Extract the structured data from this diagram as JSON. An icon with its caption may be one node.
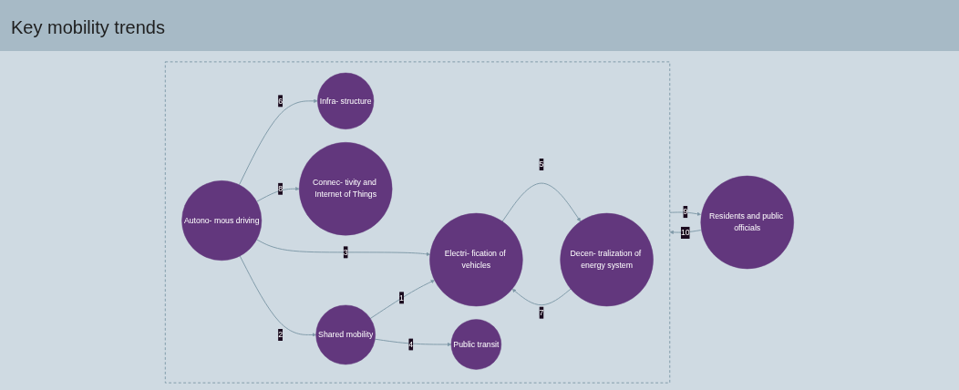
{
  "diagram": {
    "title": "Key mobility trends",
    "nodes": [
      {
        "text": [],
        "shape": "box"
      },
      {
        "text": [
          "Infra- structure"
        ],
        "in": 0
      },
      {
        "text": [
          "Autono- mous driving"
        ],
        "in": 0
      },
      {
        "text": [
          "Connec- tivity and Internet of Things"
        ],
        "in": 0
      },
      {
        "text": [
          "Decen- tralization of energy system"
        ],
        "in": 0
      },
      {
        "text": [
          "Electri- fication of vehicles"
        ],
        "in": 0
      },
      {
        "text": [
          "Shared mobility"
        ],
        "in": 0
      },
      {
        "text": [
          "Public transit"
        ],
        "in": 0
      },
      {
        "text": [
          "Residents and public officials"
        ]
      }
    ],
    "edges": [
      {
        "from": 2,
        "to": 1,
        "arrow": "to",
        "label": "6"
      },
      {
        "from": 2,
        "to": 3,
        "arrow": "to",
        "label": "8"
      },
      {
        "from": 2,
        "to": 5,
        "arrow": "to",
        "label": "3"
      },
      {
        "from": 2,
        "to": 6,
        "arrow": "to",
        "label": "2"
      },
      {
        "from": 6,
        "to": 5,
        "arrow": "to",
        "label": "1"
      },
      {
        "from": 6,
        "to": 7,
        "arrow": "to",
        "label": "4"
      },
      {
        "from": 5,
        "to": 4,
        "arrow": "to",
        "label": "5"
      },
      {
        "from": 4,
        "to": 5,
        "arrow": "to",
        "label": "7"
      },
      {
        "from": 8,
        "to": 0,
        "arrow": "to",
        "label": "10"
      },
      {
        "from": 0,
        "to": 8,
        "arrow": "to",
        "label": "9"
      }
    ]
  }
}
